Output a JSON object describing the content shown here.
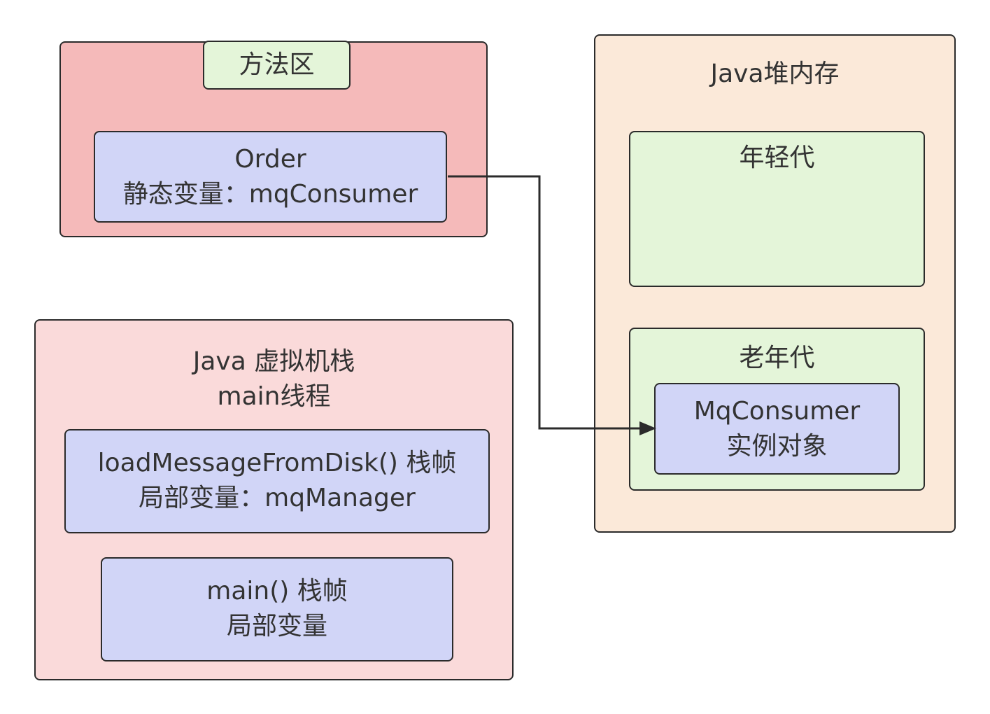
{
  "method_area": {
    "title": "方法区",
    "order_class": {
      "name": "Order",
      "field": "静态变量：mqConsumer"
    }
  },
  "heap": {
    "title": "Java堆内存",
    "young_gen": {
      "title": "年轻代"
    },
    "old_gen": {
      "title": "老年代",
      "object": {
        "name": "MqConsumer",
        "desc": "实例对象"
      }
    }
  },
  "stack": {
    "title_line1": "Java 虚拟机栈",
    "title_line2": "main线程",
    "frames": [
      {
        "line1": "loadMessageFromDisk() 栈帧",
        "line2": "局部变量：mqManager"
      },
      {
        "line1": "main() 栈帧",
        "line2": "局部变量"
      }
    ]
  },
  "colors": {
    "method_area_bg": "#f5baba",
    "title_tag_bg": "#e4f5d9",
    "class_box_bg": "#d1d5f7",
    "heap_bg": "#fbe9d9",
    "generation_bg": "#e4f5d9",
    "stack_bg": "#fadada",
    "border": "#2b2b2b"
  }
}
